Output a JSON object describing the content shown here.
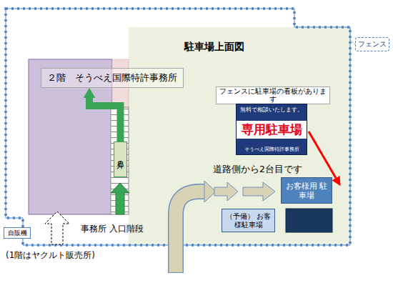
{
  "diagram": {
    "title": "駐車場上面図",
    "nodes": [
      {
        "text": [
          "フェンス"
        ]
      },
      {
        "text": [
          "２階　そうべえ国際特許事務所"
        ]
      },
      {
        "text": [
          "フェンスに駐車場の看板があります"
        ]
      },
      {
        "text": [
          "無料で相談いたします。",
          "専用駐車場",
          "そうべえ国際特許事務所"
        ]
      },
      {
        "text": [
          "昇る"
        ]
      },
      {
        "text": [
          "お客様用 駐車場"
        ]
      },
      {
        "text": [
          "（予備） お客様駐車場"
        ]
      },
      {
        "text": [
          "自販機"
        ]
      }
    ],
    "edges": [
      {
        "from": 4,
        "to": 1,
        "arrow": "to"
      }
    ],
    "labels": [
      "道路側から2台目です",
      "事務所 入口階段",
      "(1階はヤクルト販売所)"
    ]
  }
}
